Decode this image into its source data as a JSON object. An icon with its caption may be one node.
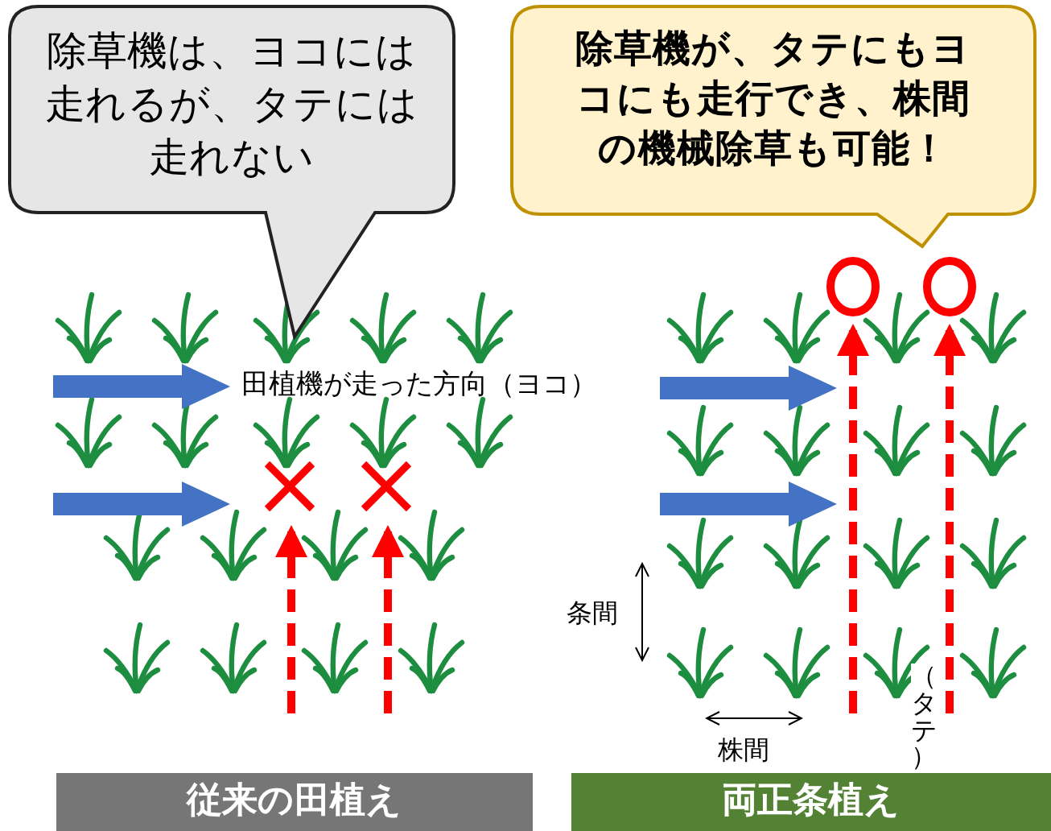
{
  "diagram": {
    "nodes": [
      {
        "text": [
          "除草機は、ヨコには走れるが、タテには走れない"
        ]
      },
      {
        "text": [
          "除草機が、タテにもヨコにも走行でき、株間の機械除草も可能！"
        ]
      },
      {
        "text": [
          "従来の田植え"
        ]
      },
      {
        "text": [
          "両正条植え"
        ]
      }
    ],
    "labels": [
      "田植機が走った方向（ヨコ）",
      "条間",
      "株間",
      "（タテ）"
    ]
  }
}
